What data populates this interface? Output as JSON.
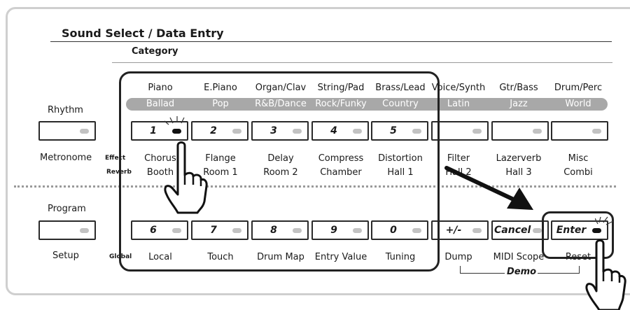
{
  "section": {
    "title": "Sound Select / Data Entry",
    "category_label": "Category"
  },
  "categories": [
    "Piano",
    "E.Piano",
    "Organ/Clav",
    "String/Pad",
    "Brass/Lead",
    "Voice/Synth",
    "Gtr/Bass",
    "Drum/Perc"
  ],
  "genres": [
    "Ballad",
    "Pop",
    "R&B/Dance",
    "Rock/Funky",
    "Country",
    "Latin",
    "Jazz",
    "World"
  ],
  "left_top": {
    "rhythm": "Rhythm",
    "metronome": "Metronome"
  },
  "effect_labels": {
    "effect": "Effect",
    "reverb": "Reverb"
  },
  "effects": [
    "Chorus",
    "Flange",
    "Delay",
    "Compress",
    "Distortion",
    "Filter",
    "Lazerverb",
    "Misc"
  ],
  "reverbs": [
    "Booth",
    "Room 1",
    "Room 2",
    "Chamber",
    "Hall 1",
    "Hall 2",
    "Hall 3",
    "Combi"
  ],
  "top_keys": [
    "1",
    "2",
    "3",
    "4",
    "5",
    "",
    "",
    ""
  ],
  "left_bottom": {
    "program": "Program",
    "setup": "Setup"
  },
  "global_label": "Global",
  "bottom_keys": [
    "6",
    "7",
    "8",
    "9",
    "0",
    "+/-",
    "Cancel",
    "Enter"
  ],
  "bottom_labels": [
    "Local",
    "Touch",
    "Drum Map",
    "Entry Value",
    "Tuning",
    "Dump",
    "MIDI Scope",
    "Reset"
  ],
  "demo_label": "Demo",
  "colors": {
    "led_off": "#c2c2c2",
    "led_on": "#111111",
    "genre_bar": "#a8a8a8",
    "panel_border": "#cfcfcf"
  },
  "icons": [
    "pointing-hand-icon",
    "arrow-icon",
    "led-blink-icon"
  ]
}
